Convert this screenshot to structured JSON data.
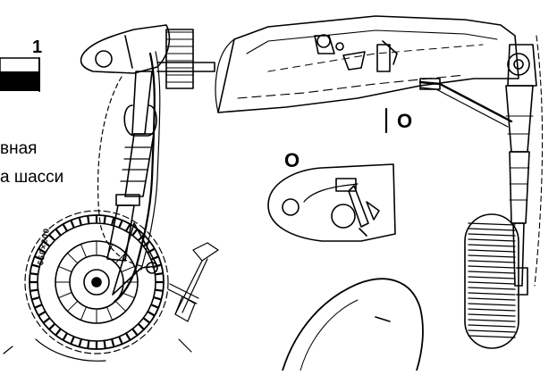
{
  "labels": {
    "figure_number": "1",
    "caption_line1": "вная",
    "caption_line2": "а шасси",
    "section_mark_right": "О",
    "section_mark_left": "О",
    "tire_marking": "650×200"
  }
}
